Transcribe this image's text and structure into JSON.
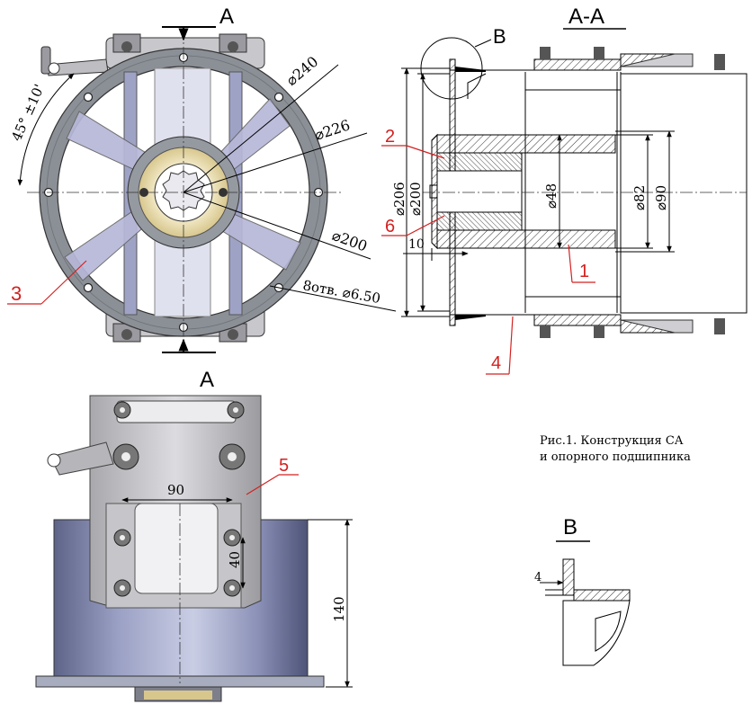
{
  "caption": {
    "line1": "Рис.1. Конструкция СА",
    "line2": "и опорного подшипника"
  },
  "front_view": {
    "section_mark_top": "A",
    "section_mark_bottom": "A",
    "angle": "45° ±10'",
    "dia_240": "⌀240",
    "dia_226": "⌀226",
    "dia_200": "⌀200",
    "holes": "8отв. ⌀6.50",
    "callout_3": "3"
  },
  "section_view": {
    "title": "A-A",
    "detail_ref": "B",
    "dia_206": "⌀206",
    "dia_200": "⌀200",
    "dia_48": "⌀48",
    "dia_82": "⌀82",
    "dia_90": "⌀90",
    "dim_10": "10",
    "callout_2": "2",
    "callout_6": "6",
    "callout_1": "1",
    "callout_4": "4"
  },
  "side_view": {
    "title": "A",
    "dim_90": "90",
    "dim_40": "40",
    "dim_140": "140",
    "callout_5": "5"
  },
  "detail_b": {
    "title": "B",
    "dim_4": "4"
  },
  "colors": {
    "red_callout": "#d42020",
    "ring_gray": "#8b8f96",
    "blade_lavender": "#b7b8d8",
    "hub_cream": "#efe3b8",
    "housing_blue": "#8c92b8"
  }
}
